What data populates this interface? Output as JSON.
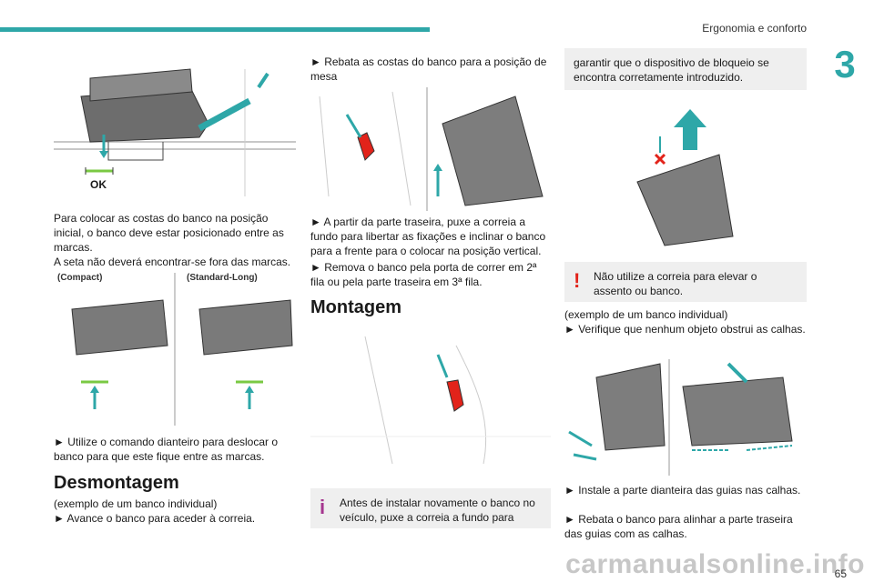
{
  "header": {
    "title": "Ergonomia e conforto",
    "chapter": "3"
  },
  "footer": {
    "page": "65",
    "watermark": "carmanualsonline.info"
  },
  "col1": {
    "ok_label": "OK",
    "para1": "Para colocar as costas do banco na posição inicial, o banco deve estar posicionado entre as marcas.",
    "para2": "A seta não deverá encontrar-se fora das marcas.",
    "compact_label": "(Compact)",
    "standard_long_label": "(Standard-Long)",
    "para3": "► Utilize o comando dianteiro para deslocar o banco para que este fique entre as marcas.",
    "section_title": "Desmontagem",
    "para4": "(exemplo de um banco individual)",
    "para5": "► Avance o banco para aceder à correia."
  },
  "col2": {
    "para1": "► Rebata as costas do banco para a posição de mesa",
    "para2": "► A partir da parte traseira, puxe a correia a fundo para libertar as fixações e inclinar o banco para a frente para o colocar na posição vertical.",
    "para3": "► Remova o banco pela porta de correr em 2ª fila ou pela parte traseira em 3ª fila.",
    "section_title": "Montagem",
    "info_note": "Antes de instalar novamente o banco no veículo, puxe a correia a fundo para"
  },
  "col3": {
    "note_top": "garantir que o dispositivo de bloqueio se encontra corretamente introduzido.",
    "warn_note": "Não utilize a correia para elevar o assento ou banco.",
    "para1": "(exemplo de um banco individual)",
    "para2": "► Verifique que nenhum objeto obstrui as calhas.",
    "para3": "► Instale a parte dianteira das guias nas calhas.",
    "para4": "► Rebata o banco para alinhar a parte traseira das guias com as calhas."
  },
  "colors": {
    "accent": "#2ea7a8",
    "strap_red": "#e2231a",
    "note_bg": "#efefef",
    "ok_green": "#7ac943"
  }
}
